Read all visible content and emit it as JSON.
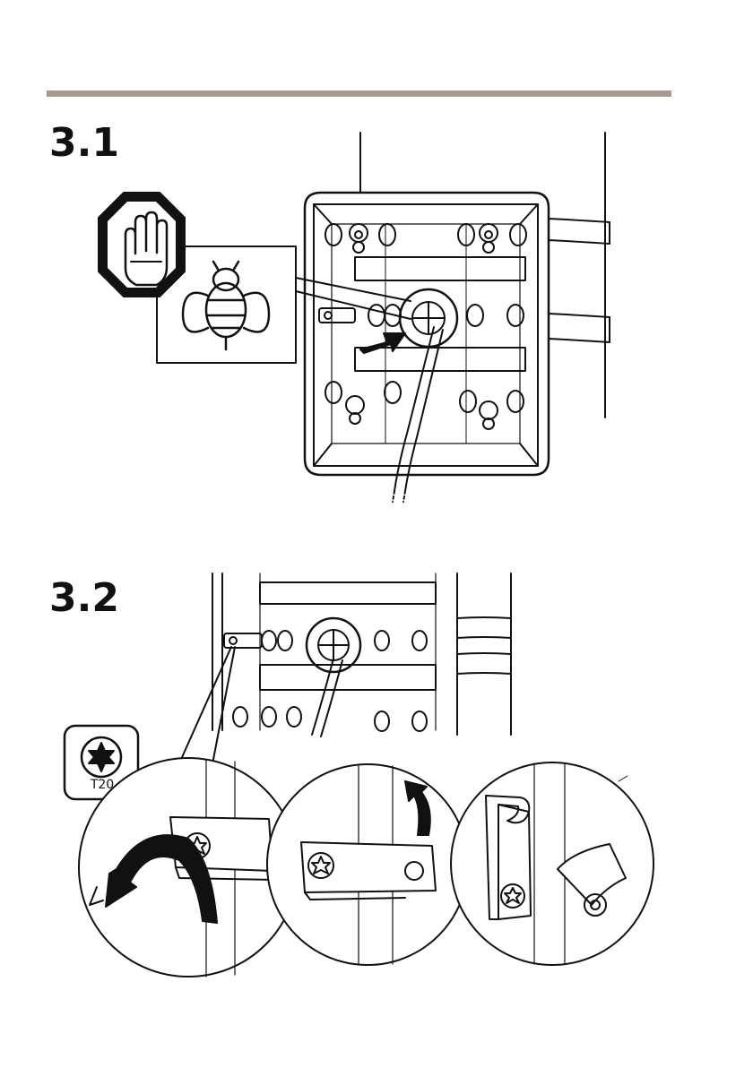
{
  "steps": [
    {
      "label": "3.1"
    },
    {
      "label": "3.2"
    }
  ],
  "tool": {
    "label": "T20"
  },
  "colors": {
    "rule": "#a89a90",
    "line": "#111111",
    "fill": "#ffffff"
  },
  "icons": [
    "stop-hand-icon",
    "bee-icon",
    "torx-t20-icon",
    "push-arrow-icon",
    "rotate-arrow-icon",
    "lift-arrow-icon"
  ]
}
